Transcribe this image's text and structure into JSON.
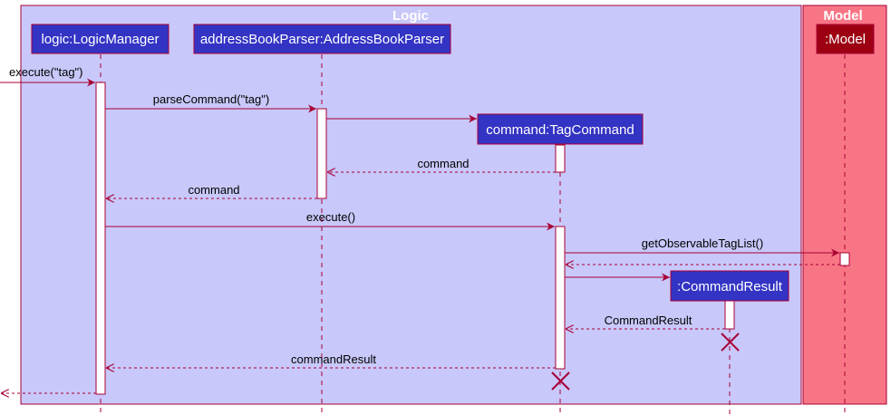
{
  "frames": {
    "logic": {
      "title": "Logic",
      "fill": "#c8c8fa",
      "stroke": "#a80036"
    },
    "model": {
      "title": "Model",
      "fill": "#f87585",
      "stroke": "#a80036"
    }
  },
  "participants": {
    "logic_manager": {
      "label": "logic:LogicManager",
      "fill": "#3333c4"
    },
    "parser": {
      "label": "addressBookParser:AddressBookParser",
      "fill": "#3333c4"
    },
    "tag_command": {
      "label": "command:TagCommand",
      "fill": "#3333c4"
    },
    "command_result": {
      "label": ":CommandResult",
      "fill": "#3333c4"
    },
    "model": {
      "label": ":Model",
      "fill": "#9d0012"
    }
  },
  "messages": {
    "execute_tag": "execute(\"tag\")",
    "parse_command": "parseCommand(\"tag\")",
    "return_command_1": "command",
    "return_command_2": "command",
    "execute": "execute()",
    "get_tag_list": "getObservableTagList()",
    "return_command_result": "CommandResult",
    "return_result": "commandResult"
  },
  "colors": {
    "arrow": "#a80036",
    "lifeline": "#a80036",
    "activation_fill": "#ffffff",
    "destroy": "#a80036"
  }
}
